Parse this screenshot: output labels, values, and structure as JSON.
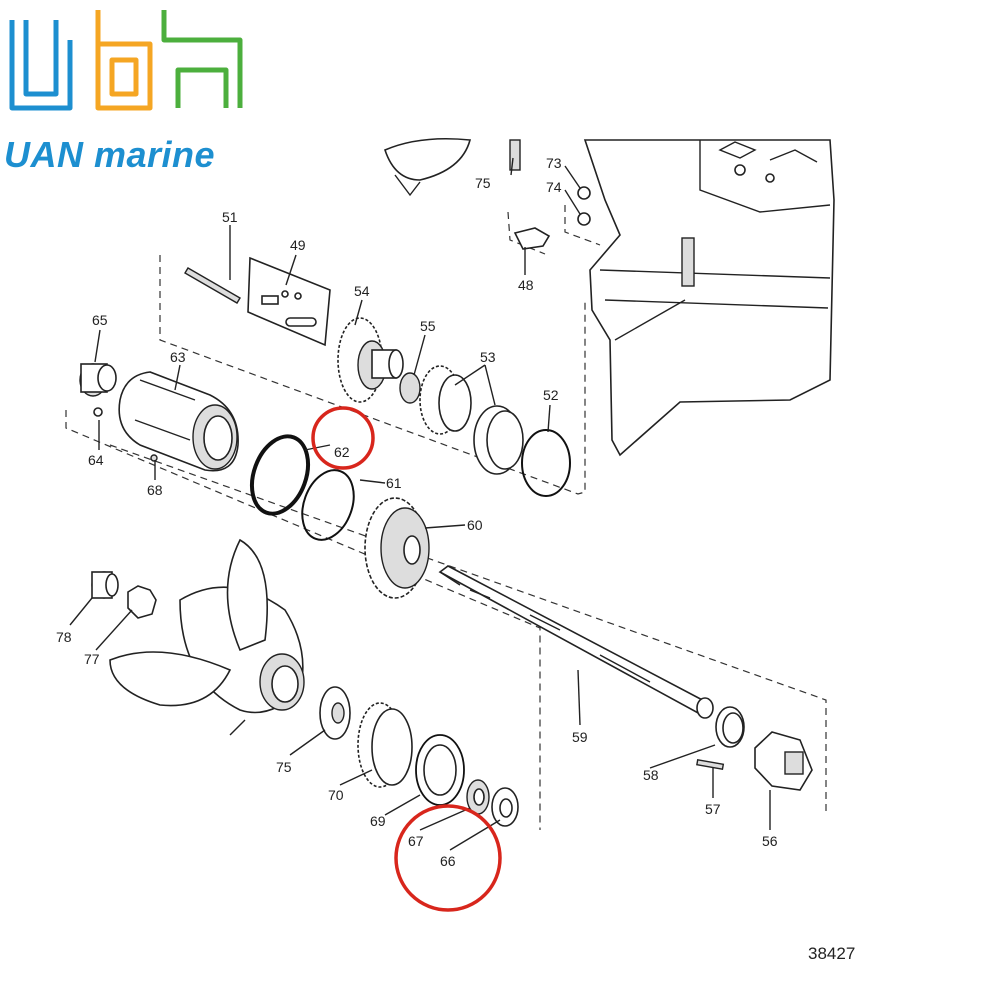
{
  "brand": {
    "name": "UAN marine",
    "colors": {
      "blue": "#1d8fd0",
      "orange": "#f5a623",
      "green": "#4caf3d",
      "highlight": "#d8261c"
    }
  },
  "figure_number": "38427",
  "callouts": [
    {
      "id": "c51",
      "text": "51"
    },
    {
      "id": "c49",
      "text": "49"
    },
    {
      "id": "c75a",
      "text": "75"
    },
    {
      "id": "c73",
      "text": "73"
    },
    {
      "id": "c74",
      "text": "74"
    },
    {
      "id": "c48",
      "text": "48"
    },
    {
      "id": "c54",
      "text": "54"
    },
    {
      "id": "c55",
      "text": "55"
    },
    {
      "id": "c53",
      "text": "53"
    },
    {
      "id": "c52",
      "text": "52"
    },
    {
      "id": "c65",
      "text": "65"
    },
    {
      "id": "c63",
      "text": "63"
    },
    {
      "id": "c62",
      "text": "62"
    },
    {
      "id": "c61",
      "text": "61"
    },
    {
      "id": "c64",
      "text": "64"
    },
    {
      "id": "c68",
      "text": "68"
    },
    {
      "id": "c60",
      "text": "60"
    },
    {
      "id": "c78",
      "text": "78"
    },
    {
      "id": "c77",
      "text": "77"
    },
    {
      "id": "c75b",
      "text": "75"
    },
    {
      "id": "c70",
      "text": "70"
    },
    {
      "id": "c69",
      "text": "69"
    },
    {
      "id": "c67",
      "text": "67"
    },
    {
      "id": "c66",
      "text": "66"
    },
    {
      "id": "c59",
      "text": "59"
    },
    {
      "id": "c58",
      "text": "58"
    },
    {
      "id": "c57",
      "text": "57"
    },
    {
      "id": "c56",
      "text": "56"
    }
  ],
  "highlighted_parts": [
    "62",
    "66"
  ]
}
